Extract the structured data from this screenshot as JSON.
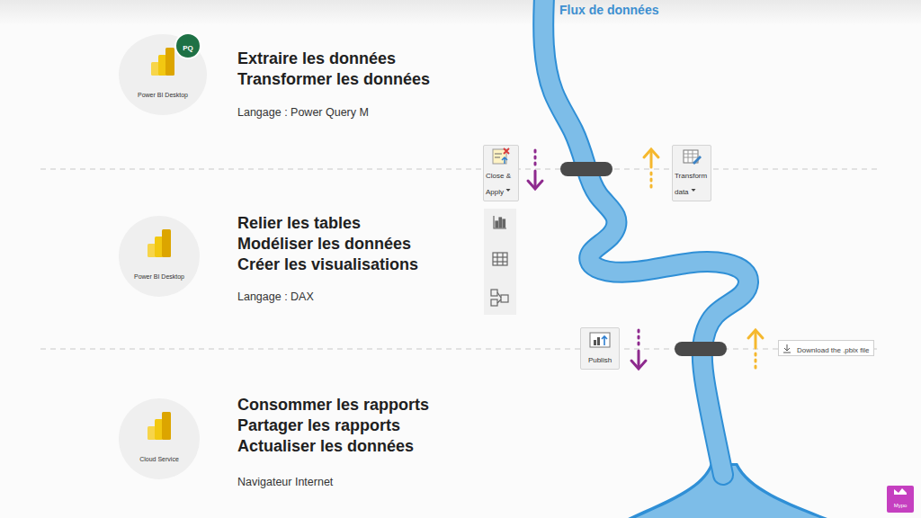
{
  "diagram": {
    "nodes": [
      {
        "text": [
          "Power BI Desktop"
        ]
      },
      {
        "text": [
          "PQ"
        ],
        "in": 0
      },
      {
        "text": [
          "Close & Apply"
        ]
      },
      {
        "text": [
          "Transform data"
        ]
      },
      {
        "text": [
          "Power BI Desktop"
        ]
      },
      {
        "text": [
          "Publish"
        ]
      },
      {
        "text": [
          "Download the .pbix file"
        ]
      },
      {
        "text": [
          "Cloud Service"
        ]
      },
      {
        "text": [
          "Mypo"
        ]
      }
    ],
    "labels": [
      "Flux de données",
      "Extraire les données",
      "Transformer les données",
      "Langage : Power Query M",
      "Relier les tables",
      "Modéliser les données",
      "Créer les visualisations",
      "Langage : DAX",
      "Consommer les rapports",
      "Partager les rapports",
      "Actualiser les données",
      "Navigateur Internet"
    ]
  }
}
